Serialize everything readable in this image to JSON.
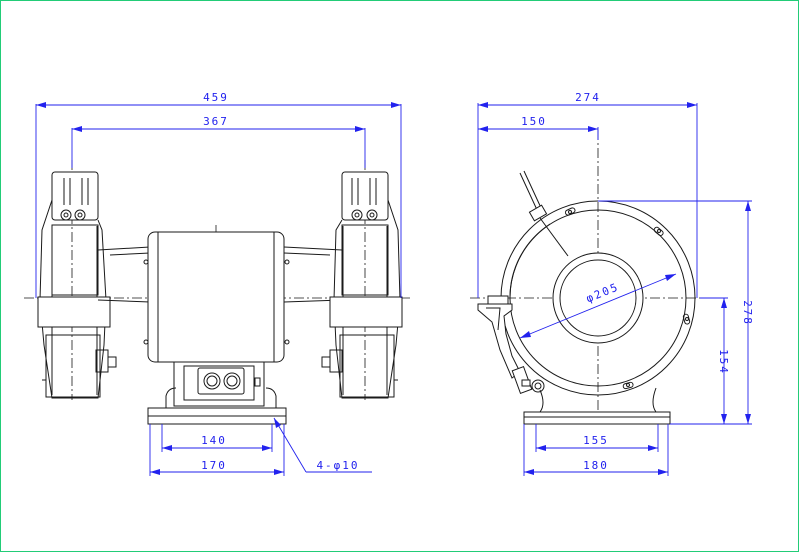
{
  "dimensions": {
    "front_overall_width": "459",
    "front_wheel_span": "367",
    "front_base_inner": "140",
    "front_base_outer": "170",
    "mount_holes": "4-φ10",
    "side_overall_depth": "274",
    "side_center_offset": "150",
    "wheel_diameter": "φ205",
    "side_overall_height": "278",
    "side_center_height": "154",
    "side_base_inner": "155",
    "side_base_outer": "180"
  },
  "colors": {
    "dimension": "#2222ee",
    "outline": "#1a1a1a",
    "border": "#22cc77"
  }
}
